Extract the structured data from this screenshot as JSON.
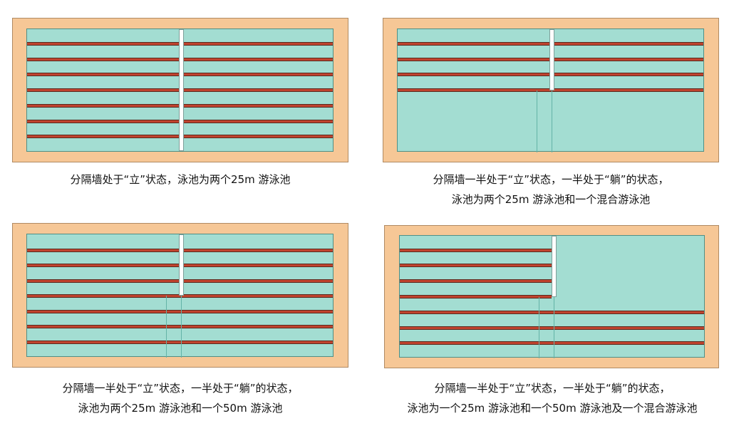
{
  "diagrams": [
    {
      "caption_lines": [
        "分隔墙处于“立”状态，泳池为两个25m 游泳池"
      ]
    },
    {
      "caption_lines": [
        "分隔墙一半处于“立”状态，一半处于“躺”的状态，",
        "泳池为两个25m 游泳池和一个混合游泳池"
      ]
    },
    {
      "caption_lines": [
        "分隔墙一半处于“立”状态，一半处于“躺”的状态，",
        "泳池为两个25m 游泳池和一个50m 游泳池"
      ]
    },
    {
      "caption_lines": [
        "分隔墙一半处于“立”状态，一半处于“躺”的状态，",
        "泳池为一个25m 游泳池和一个50m 游泳池及一个混合游泳池"
      ]
    }
  ],
  "colors": {
    "deck": "#f6c796",
    "water": "#a3ddd2",
    "lane_rope": "#c0432e",
    "wall": "#ffffff"
  }
}
